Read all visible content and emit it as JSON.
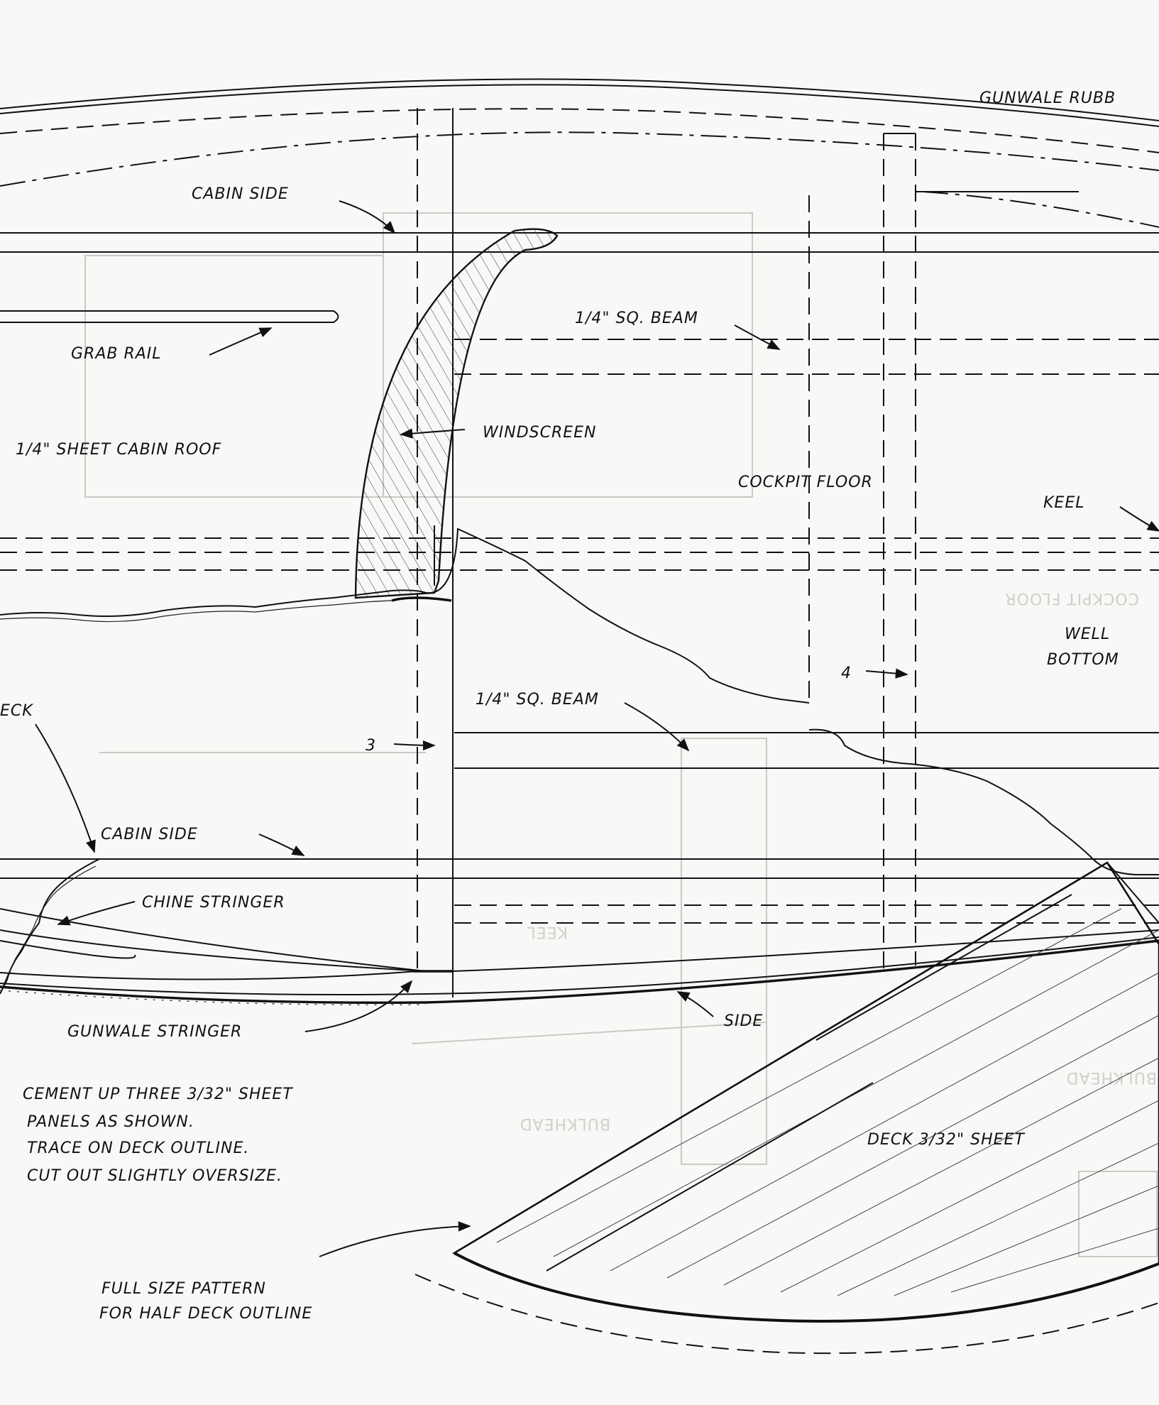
{
  "labels": {
    "gunwale_rubbing": "GUNWALE RUBB",
    "cabin_side_top": "CABIN SIDE",
    "beam_top": "1/4\" SQ. BEAM",
    "grab_rail": "GRAB RAIL",
    "sheet_cabin_roof": "1/4\" SHEET CABIN ROOF",
    "windscreen": "WINDSCREEN",
    "cockpit_floor": "COCKPIT FLOOR",
    "keel": "KEEL",
    "well_bottom_1": "WELL",
    "well_bottom_2": "BOTTOM",
    "deck_partial": "ECK",
    "num_4": "4",
    "beam_mid": "1/4\" SQ. BEAM",
    "num_3": "3",
    "cabin_side_bottom": "CABIN SIDE",
    "chine_stringer": "CHINE STRINGER",
    "gunwale_stringer": "GUNWALE STRINGER",
    "side": "SIDE",
    "deck_sheet": "DECK 3/32\" SHEET"
  },
  "instructions": [
    "CEMENT UP THREE 3/32\" SHEET",
    "PANELS AS SHOWN.",
    "TRACE ON DECK OUTLINE.",
    "CUT OUT SLIGHTLY OVERSIZE."
  ],
  "pattern_note": [
    "FULL SIZE PATTERN",
    "FOR HALF DECK OUTLINE"
  ],
  "ghost_labels": {
    "cockpit_floor": "COCKPIT FLOOR",
    "keel": "KEEL",
    "bulkhead": "BULKHEAD",
    "bulkhead_2": "BULKHEAD"
  }
}
